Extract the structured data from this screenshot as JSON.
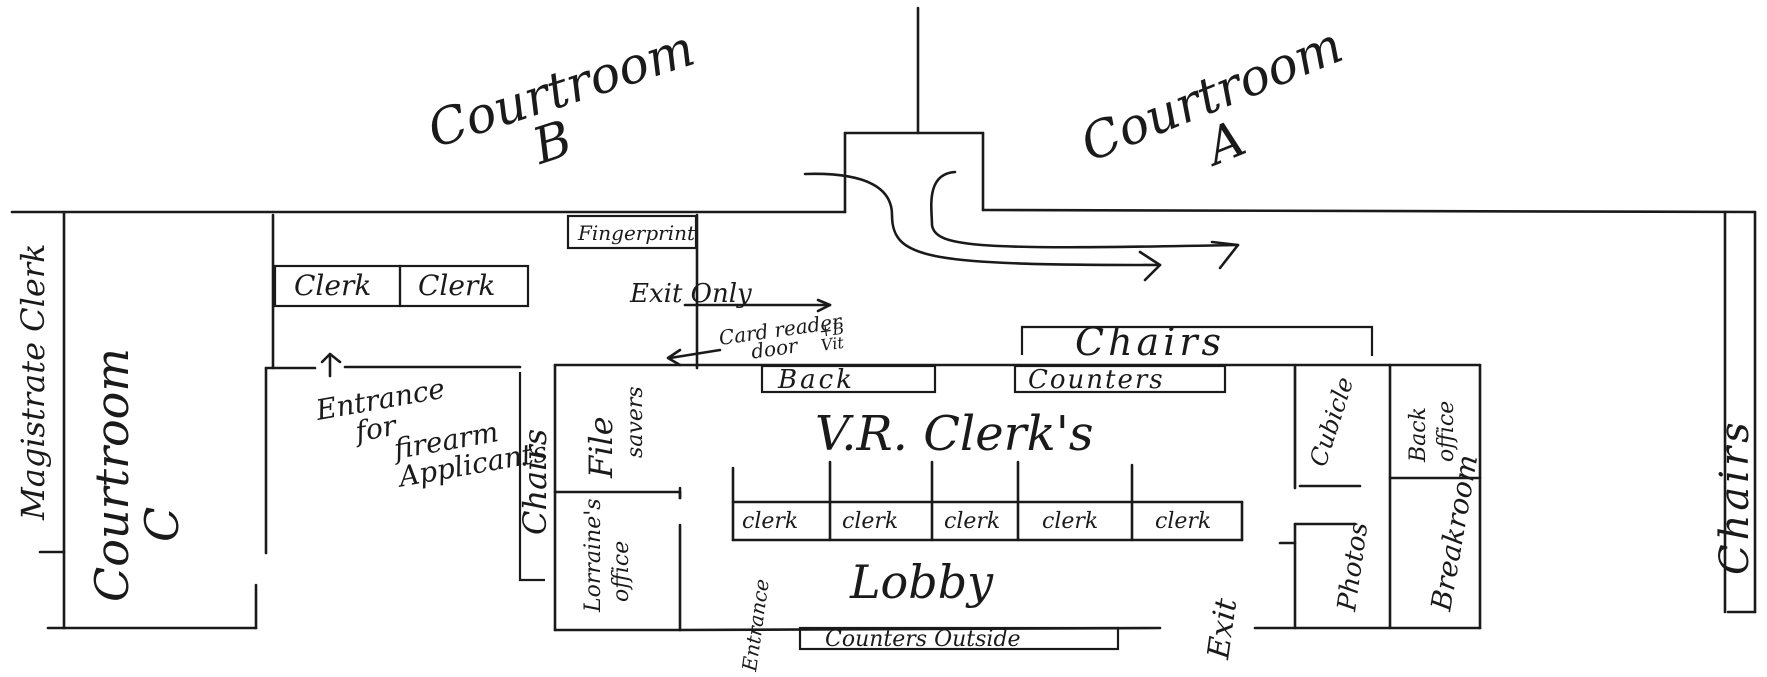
{
  "rooms": {
    "courtroom_b": [
      "Courtroom",
      "B"
    ],
    "courtroom_a": [
      "Courtroom",
      "A"
    ],
    "courtroom_c": [
      "Courtroom",
      "C"
    ],
    "magistrate_clerk": "Magistrate Clerk",
    "vr_clerks": "V.R. Clerk's",
    "lobby": "Lobby",
    "lorraines_office": [
      "Lorraine's",
      "office"
    ],
    "cubicle": "Cubicle",
    "back_office": [
      "Back",
      "office"
    ],
    "breakroom": "Breakroom",
    "photos": "Photos"
  },
  "furniture": {
    "fingerprint": "Fingerprint",
    "clerk_upper_left": "Clerk",
    "clerk_upper_right": "Clerk",
    "chairs_top": "Chairs",
    "back_counter": "Back",
    "counters_top": "Counters",
    "file_savers": [
      "File",
      "savers"
    ],
    "chairs_left": "Chairs",
    "chairs_right": "Chairs",
    "clerk_desks": [
      "clerk",
      "clerk",
      "clerk",
      "clerk",
      "clerk"
    ],
    "counters_outside": "Counters Outside"
  },
  "annotations": {
    "exit_only": "Exit Only",
    "card_reader": [
      "Card reader",
      "door",
      "+B",
      "Vit"
    ],
    "entrance_firearm": [
      "Entrance",
      "for",
      "firearm",
      "Applicants"
    ],
    "entrance": "Entrance",
    "exit": "Exit"
  }
}
